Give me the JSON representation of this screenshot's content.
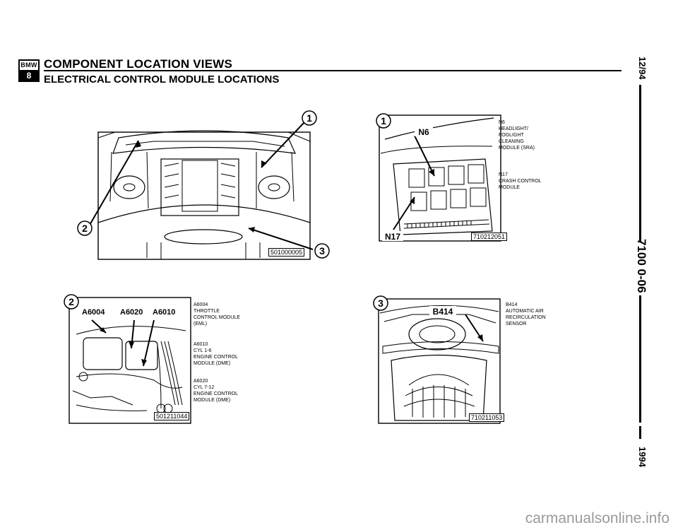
{
  "header": {
    "logo_top": "BMW",
    "logo_bottom": "8",
    "title": "COMPONENT LOCATION VIEWS",
    "subtitle": "ELECTRICAL CONTROL MODULE LOCATIONS"
  },
  "side_margin": {
    "date": "12/94",
    "page_number": "7100 0-06",
    "year": "1994"
  },
  "figures": {
    "engine_bay": {
      "figure_id": "501000005",
      "markers": [
        "1",
        "2",
        "3"
      ]
    },
    "relay_box": {
      "marker": "1",
      "labels": [
        "N6",
        "N17"
      ],
      "figure_id": "710212051",
      "callouts": [
        [
          "N6",
          "HEADLIGHT/",
          "FOGLIGHT",
          "CLEANING",
          "MODULE (SRA)"
        ],
        [
          "N17",
          "CRASH CONTROL",
          "MODULE"
        ]
      ]
    },
    "engine_modules": {
      "marker": "2",
      "labels": [
        "A6004",
        "A6020",
        "A6010"
      ],
      "figure_id": "501211044",
      "callouts": [
        [
          "A6004",
          "THROTTLE",
          "CONTROL MODULE",
          "(EML)"
        ],
        [
          "A6010",
          "CYL 1-6",
          "ENGINE CONTROL",
          "MODULE (DME)"
        ],
        [
          "A6020",
          "CYL 7-12",
          "ENGINE CONTROL",
          "MODULE (DME)"
        ]
      ]
    },
    "air_sensor": {
      "marker": "3",
      "labels": [
        "B414"
      ],
      "figure_id": "710211053",
      "callouts": [
        [
          "B414",
          "AUTOMATIC AIR",
          "RECIRCULATION",
          "SENSOR"
        ]
      ]
    }
  },
  "footer": {
    "watermark": "carmanualsonline.info"
  }
}
